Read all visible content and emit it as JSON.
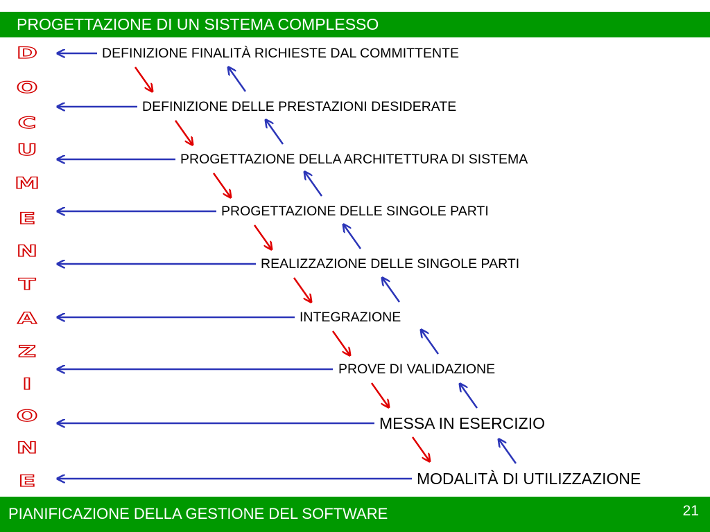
{
  "header": {
    "title": "PROGETTAZIONE DI UN SISTEMA COMPLESSO"
  },
  "footer": {
    "title": "PIANIFICAZIONE DELLA GESTIONE DEL SOFTWARE",
    "page_number": "21"
  },
  "vertical_word": [
    "D",
    "O",
    "C",
    "U",
    "M",
    "E",
    "N",
    "T",
    "A",
    "Z",
    "I",
    "O",
    "N",
    "E"
  ],
  "steps": [
    {
      "label": "DEFINIZIONE FINALITÀ RICHIESTE DAL COMMITTENTE"
    },
    {
      "label": "DEFINIZIONE DELLE PRESTAZIONI DESIDERATE"
    },
    {
      "label": "PROGETTAZIONE DELLA ARCHITETTURA DI SISTEMA"
    },
    {
      "label": "PROGETTAZIONE DELLE SINGOLE PARTI"
    },
    {
      "label": "REALIZZAZIONE DELLE SINGOLE PARTI"
    },
    {
      "label": "INTEGRAZIONE"
    },
    {
      "label": "PROVE DI VALIDAZIONE"
    },
    {
      "label": "MESSA IN ESERCIZIO"
    },
    {
      "label": "MODALITÀ DI UTILIZZAZIONE"
    }
  ],
  "colors": {
    "header_bg": "#009900",
    "documentation_arrow": "#2b35b8",
    "forward_arrow": "#e00000",
    "feedback_arrow": "#2b35b8",
    "vertical_word_outline": "#d30000"
  }
}
